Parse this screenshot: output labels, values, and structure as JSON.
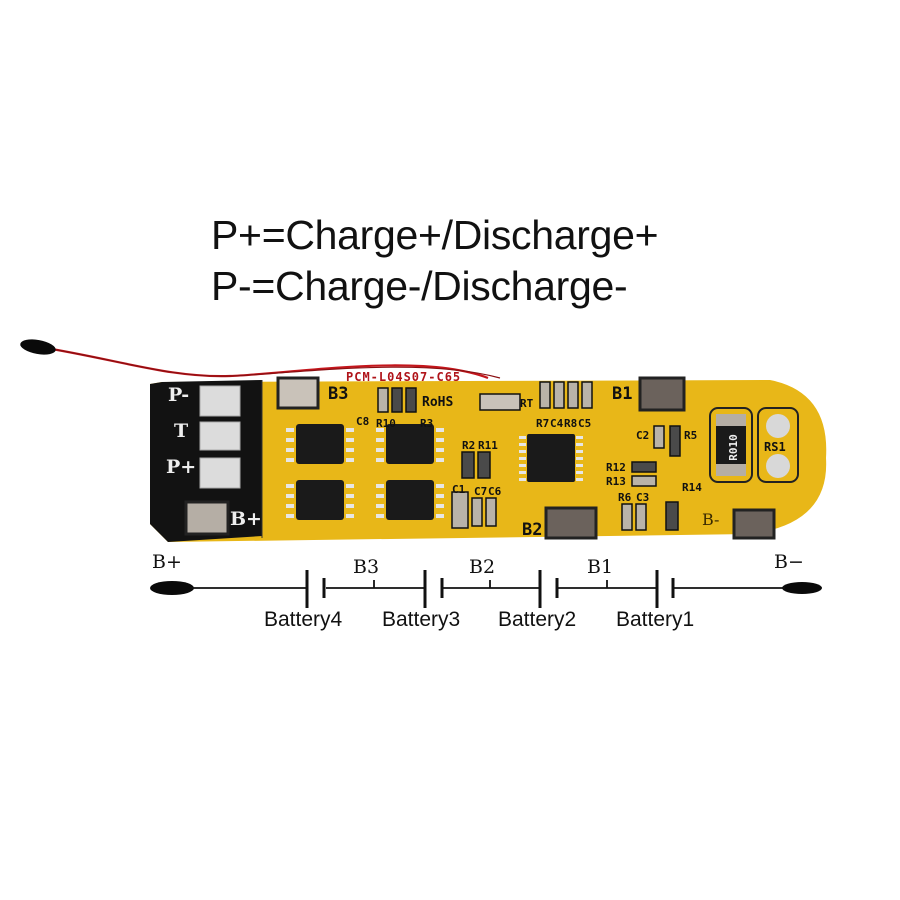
{
  "legend": {
    "line1": "P+=Charge+/Discharge+",
    "line2": "P-=Charge-/Discharge-"
  },
  "board": {
    "model": "PCM-L04S07-C65",
    "rohs": "RoHS",
    "pads_left": [
      "P-",
      "T",
      "P+"
    ],
    "b_plus_label": "B+",
    "b_minus_label": "B-",
    "tap_labels": [
      "B3",
      "B2",
      "B1"
    ],
    "components": [
      "C8",
      "R10",
      "R3",
      "R2",
      "R11",
      "C1",
      "C7",
      "C6",
      "R7",
      "C4",
      "R8",
      "C5",
      "RT",
      "C2",
      "R5",
      "R12",
      "R13",
      "R14",
      "R6",
      "C3",
      "RS1"
    ],
    "shunt_marking": "R010",
    "colors": {
      "pcb_yellow": "#e8b718",
      "pcb_black": "#121212",
      "wire_red": "#c4161c",
      "pad_silver": "#d9d9d9",
      "pad_dark": "#6b625c"
    }
  },
  "diagram": {
    "left_terminal": "B+",
    "right_terminal": "B−",
    "taps": [
      "B3",
      "B2",
      "B1"
    ],
    "batteries": [
      "Battery4",
      "Battery3",
      "Battery2",
      "Battery1"
    ]
  }
}
